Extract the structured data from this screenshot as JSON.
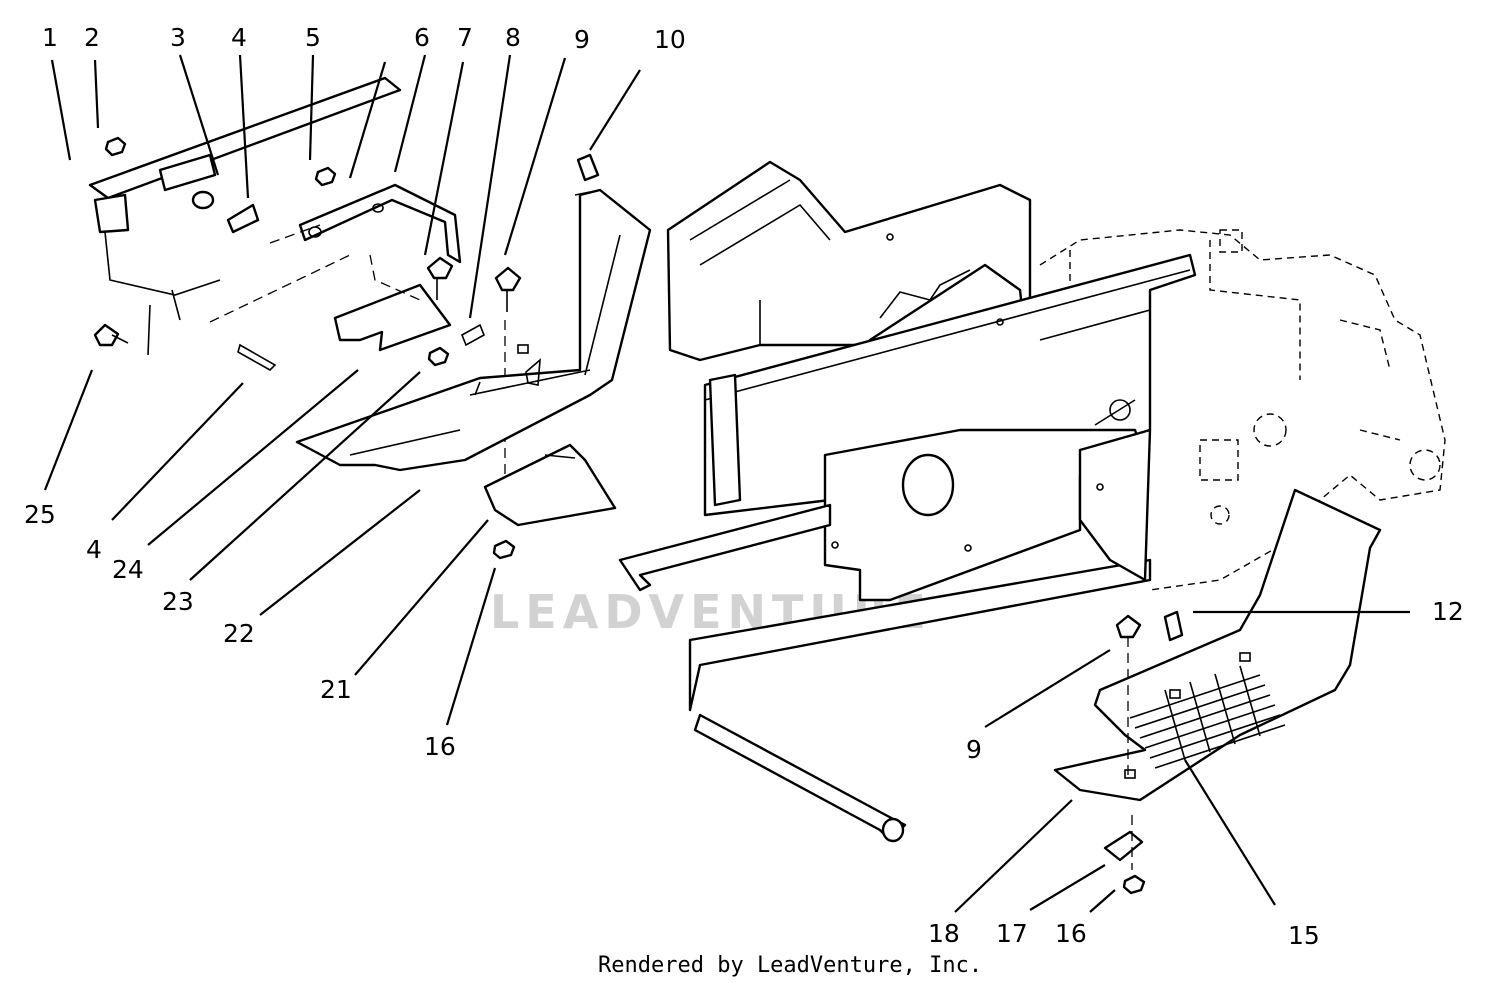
{
  "diagram": {
    "callouts": [
      {
        "id": "c1",
        "text": "1"
      },
      {
        "id": "c2",
        "text": "2"
      },
      {
        "id": "c3",
        "text": "3"
      },
      {
        "id": "c4a",
        "text": "4"
      },
      {
        "id": "c5",
        "text": "5"
      },
      {
        "id": "c6",
        "text": "6"
      },
      {
        "id": "c7",
        "text": "7"
      },
      {
        "id": "c8",
        "text": "8"
      },
      {
        "id": "c9a",
        "text": "9"
      },
      {
        "id": "c10",
        "text": "10"
      },
      {
        "id": "c25",
        "text": "25"
      },
      {
        "id": "c4b",
        "text": "4"
      },
      {
        "id": "c24",
        "text": "24"
      },
      {
        "id": "c23",
        "text": "23"
      },
      {
        "id": "c22",
        "text": "22"
      },
      {
        "id": "c21",
        "text": "21"
      },
      {
        "id": "c16a",
        "text": "16"
      },
      {
        "id": "c12",
        "text": "12"
      },
      {
        "id": "c9b",
        "text": "9"
      },
      {
        "id": "c15",
        "text": "15"
      },
      {
        "id": "c18",
        "text": "18"
      },
      {
        "id": "c17",
        "text": "17"
      },
      {
        "id": "c16b",
        "text": "16"
      }
    ],
    "watermark": "LEADVENTURE",
    "footer": "Rendered by LeadVenture, Inc."
  }
}
